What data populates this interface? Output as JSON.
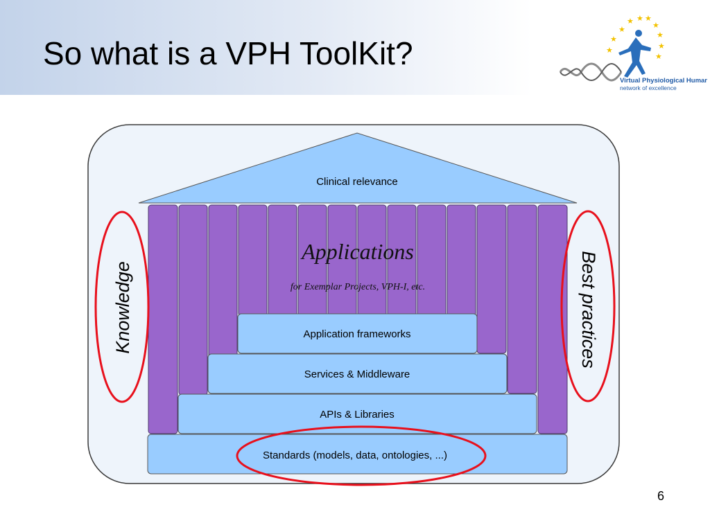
{
  "slide": {
    "title": "So what is a VPH ToolKit?",
    "page_number": "6"
  },
  "logo": {
    "line1": "Virtual Physiological Human",
    "line2": "network of excellence"
  },
  "diagram": {
    "roof_label": "Clinical relevance",
    "applications_title": "Applications",
    "applications_subtitle": "for Exemplar Projects, VPH-I, etc.",
    "layers": {
      "application_frameworks": "Application frameworks",
      "services_middleware": "Services & Middleware",
      "apis_libraries": "APIs & Libraries",
      "standards": "Standards (models, data, ontologies, ...)"
    },
    "left_label": "Knowledge",
    "right_label": "Best practices"
  },
  "colors": {
    "column_fill": "#9966cc",
    "layer_fill": "#99ccff",
    "highlight_ellipse": "#e8101c",
    "frame_fill": "#eef4fb"
  }
}
